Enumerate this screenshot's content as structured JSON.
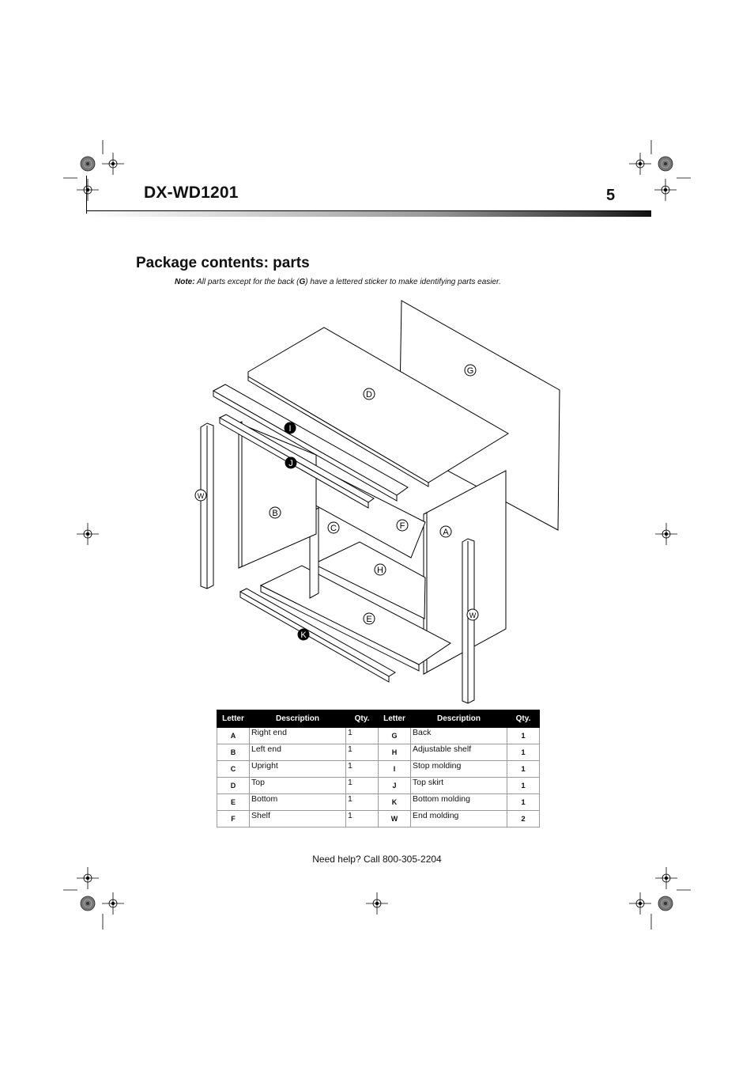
{
  "header": {
    "model": "DX-WD1201",
    "page_number": "5"
  },
  "section": {
    "title": "Package contents: parts",
    "note_label": "Note:",
    "note_pre": " All parts except for the back (",
    "note_letter": "G",
    "note_post": ") have a lettered sticker to make identifying parts easier."
  },
  "diagram": {
    "part_labels": [
      "A",
      "B",
      "C",
      "D",
      "E",
      "F",
      "G",
      "H",
      "I",
      "J",
      "K",
      "W",
      "W"
    ]
  },
  "table": {
    "headers": [
      "Letter",
      "Description",
      "Qty.",
      "Letter",
      "Description",
      "Qty."
    ],
    "rows": [
      {
        "l1": "A",
        "d1": "Right end",
        "q1": "1",
        "l2": "G",
        "d2": "Back",
        "q2": "1"
      },
      {
        "l1": "B",
        "d1": "Left end",
        "q1": "1",
        "l2": "H",
        "d2": "Adjustable shelf",
        "q2": "1"
      },
      {
        "l1": "C",
        "d1": "Upright",
        "q1": "1",
        "l2": "I",
        "d2": "Stop molding",
        "q2": "1"
      },
      {
        "l1": "D",
        "d1": "Top",
        "q1": "1",
        "l2": "J",
        "d2": "Top skirt",
        "q2": "1"
      },
      {
        "l1": "E",
        "d1": "Bottom",
        "q1": "1",
        "l2": "K",
        "d2": "Bottom molding",
        "q2": "1"
      },
      {
        "l1": "F",
        "d1": "Shelf",
        "q1": "1",
        "l2": "W",
        "d2": "End molding",
        "q2": "2"
      }
    ]
  },
  "footer": {
    "text": "Need help? Call 800-305-2204"
  }
}
